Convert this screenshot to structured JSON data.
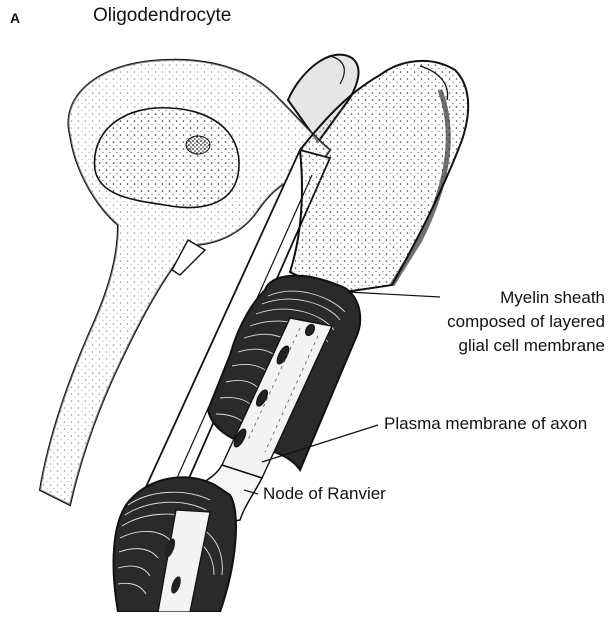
{
  "figure": {
    "panel_letter": "A",
    "title": "Oligodendrocyte",
    "labels": {
      "myelin_sheath": [
        "Myelin sheath",
        "composed of layered",
        "glial cell membrane"
      ],
      "plasma_membrane": "Plasma membrane of axon",
      "node_of_ranvier": "Node of Ranvier"
    },
    "colors": {
      "ink": "#111111",
      "shade": "#cfcfcf",
      "paper": "#ffffff"
    }
  }
}
